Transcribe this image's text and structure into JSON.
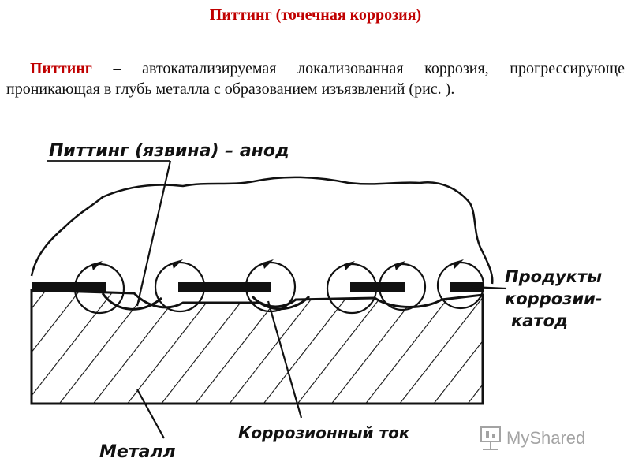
{
  "title": "Питтинг (точечная коррозия)",
  "paragraph": {
    "term": "Питтинг",
    "text": " – автокатализируемая локализованная коррозия, прогрессирующе проникающая в глубь металла с образованием изъязвлений (рис. )."
  },
  "diagram": {
    "labels": {
      "pitting_anode": "Питтинг (язвина) – анод",
      "products_line1": "Продукты",
      "products_line2": "коррозии-",
      "products_line3": "катод",
      "corrosion_current": "Коррозионный ток",
      "metal": "Металл"
    },
    "colors": {
      "ink": "#111111",
      "title": "#c00000"
    }
  },
  "watermark": {
    "text": "MyShared",
    "icon": "slides-icon"
  }
}
